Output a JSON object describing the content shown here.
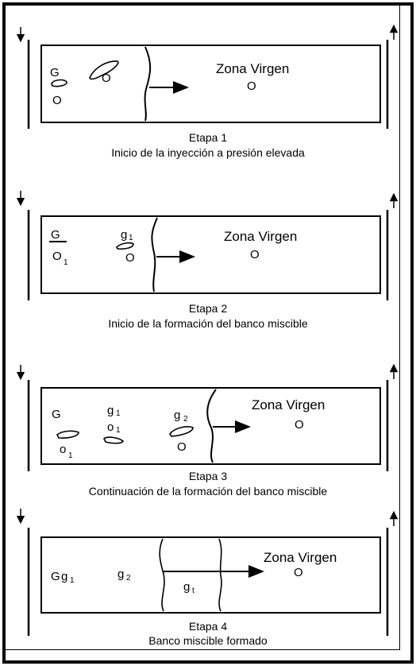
{
  "stages": [
    {
      "zone_label": "Zona Virgen",
      "caption_title": "Etapa 1",
      "caption_text": "Inicio de la inyección a presión elevada",
      "symbols": [
        {
          "main": "G",
          "sub": ""
        },
        {
          "main": "O",
          "sub": ""
        },
        {
          "main": "O",
          "sub": ""
        },
        {
          "main": "O",
          "sub": ""
        }
      ]
    },
    {
      "zone_label": "Zona Virgen",
      "caption_title": "Etapa 2",
      "caption_text": "Inicio de la formación del banco miscible",
      "symbols": [
        {
          "main": "G",
          "sub": ""
        },
        {
          "main": "O",
          "sub": "1"
        },
        {
          "main": "g",
          "sub": "1"
        },
        {
          "main": "O",
          "sub": ""
        },
        {
          "main": "O",
          "sub": ""
        }
      ]
    },
    {
      "zone_label": "Zona Virgen",
      "caption_title": "Etapa 3",
      "caption_text": "Continuación de la formación del banco miscible",
      "symbols": [
        {
          "main": "G",
          "sub": ""
        },
        {
          "main": "o",
          "sub": "1"
        },
        {
          "main": "g",
          "sub": "1"
        },
        {
          "main": "o",
          "sub": "1"
        },
        {
          "main": "g",
          "sub": "2"
        },
        {
          "main": "O",
          "sub": ""
        },
        {
          "main": "O",
          "sub": ""
        }
      ]
    },
    {
      "zone_label": "Zona Virgen",
      "caption_title": "Etapa 4",
      "caption_text": "Banco miscible formado",
      "symbols": [
        {
          "main": "G",
          "sub": ""
        },
        {
          "main": "g",
          "sub": "1"
        },
        {
          "main": "g",
          "sub": "2"
        },
        {
          "main": "g",
          "sub": "t"
        },
        {
          "main": "O",
          "sub": ""
        }
      ]
    }
  ]
}
